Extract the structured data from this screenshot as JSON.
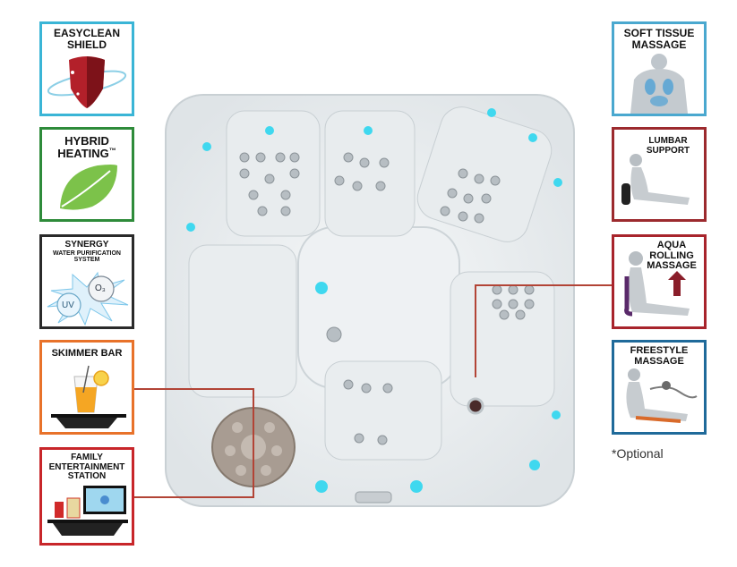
{
  "left_features": [
    {
      "key": "easyclean",
      "lines": [
        "EASYCLEAN",
        "SHIELD"
      ]
    },
    {
      "key": "hybrid",
      "lines": [
        "HYBRID",
        "HEATING"
      ],
      "tm": "™"
    },
    {
      "key": "synergy",
      "lines": [
        "SYNERGY",
        "WATER PURIFICATION",
        "SYSTEM"
      ],
      "uv": "UV",
      "o3": "O₃"
    },
    {
      "key": "skimmer",
      "lines": [
        "SKIMMER BAR"
      ]
    },
    {
      "key": "family",
      "lines": [
        "FAMILY",
        "ENTERTAINMENT",
        "STATION"
      ]
    }
  ],
  "right_features": [
    {
      "key": "softtissue",
      "lines": [
        "SOFT TISSUE",
        "MASSAGE"
      ]
    },
    {
      "key": "lumbar",
      "lines": [
        "LUMBAR",
        "SUPPORT"
      ]
    },
    {
      "key": "aqua",
      "lines": [
        "AQUA",
        "ROLLING",
        "MASSAGE"
      ]
    },
    {
      "key": "freestyle",
      "lines": [
        "FREESTYLE",
        "MASSAGE"
      ]
    }
  ],
  "optional_note": "*Optional",
  "colors": {
    "easyclean": "#3ab5d6",
    "hybrid": "#2e8b3a",
    "synergy": "#2a2a2a",
    "skimmer": "#e8722a",
    "family": "#c8262a",
    "softtissue": "#4aa8cf",
    "lumbar": "#9c2a2e",
    "aqua": "#a8242c",
    "freestyle": "#1f6a9a",
    "callout": "#b24436",
    "led": "#3fd8ef"
  }
}
